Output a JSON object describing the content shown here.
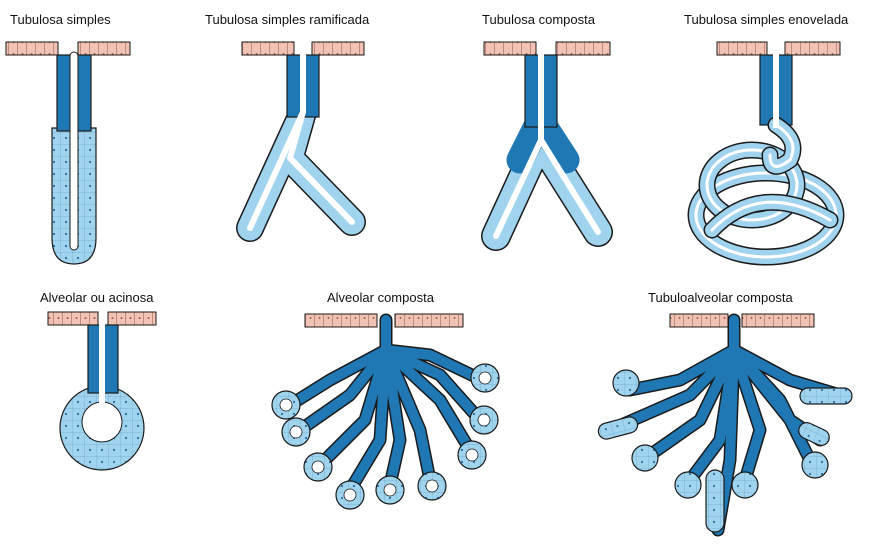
{
  "figure": {
    "panels": [
      {
        "id": "tubular-simple",
        "title": "Tubulosa simples"
      },
      {
        "id": "tubular-simple-branched",
        "title": "Tubulosa simples ramificada"
      },
      {
        "id": "tubular-compound",
        "title": "Tubulosa composta"
      },
      {
        "id": "tubular-simple-coiled",
        "title": "Tubulosa simples enovelada"
      },
      {
        "id": "alveolar-acinar",
        "title": "Alveolar ou acinosa"
      },
      {
        "id": "alveolar-compound",
        "title": "Alveolar composta"
      },
      {
        "id": "tubuloalveolar-compound",
        "title": "Tubuloalveolar composta"
      }
    ],
    "colors": {
      "surface_epithelium": "#f2c3b4",
      "duct": "#1f78b4",
      "secretory": "#9fd3ee",
      "outline": "#1a1a1a",
      "lumen": "#ffffff"
    }
  }
}
